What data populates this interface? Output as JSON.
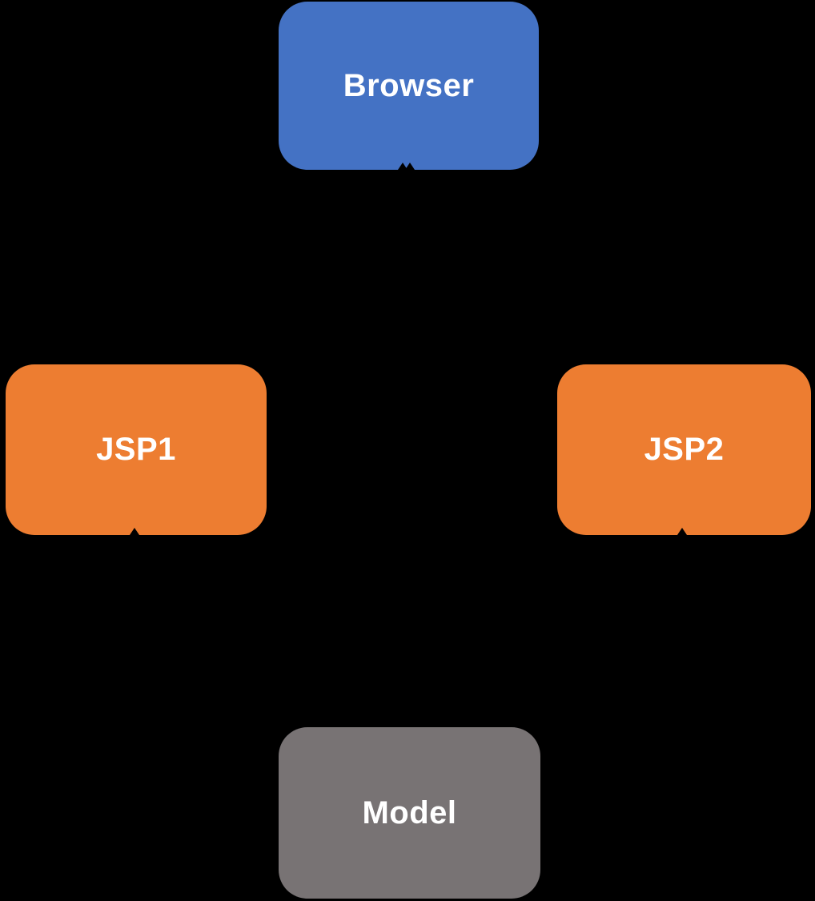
{
  "diagram": {
    "type": "flow-diagram",
    "background_color": "#000000",
    "text_color": "#ffffff",
    "nodes": {
      "browser": {
        "label": "Browser",
        "color": "#4472C4",
        "shape": "rounded-rectangle",
        "position": "top-center"
      },
      "jsp1": {
        "label": "JSP1",
        "color": "#ED7D31",
        "shape": "rounded-rectangle",
        "position": "middle-left"
      },
      "jsp2": {
        "label": "JSP2",
        "color": "#ED7D31",
        "shape": "rounded-rectangle",
        "position": "middle-right"
      },
      "model": {
        "label": "Model",
        "color": "#787374",
        "shape": "rounded-rectangle",
        "position": "bottom-center"
      }
    },
    "connector_artifacts": {
      "note": "black arrowhead tips visible against box bottom edges",
      "color": "#000000",
      "locations": [
        "browser-bottom-center",
        "browser-bottom-center",
        "jsp1-bottom-center",
        "jsp2-bottom-center"
      ]
    }
  }
}
